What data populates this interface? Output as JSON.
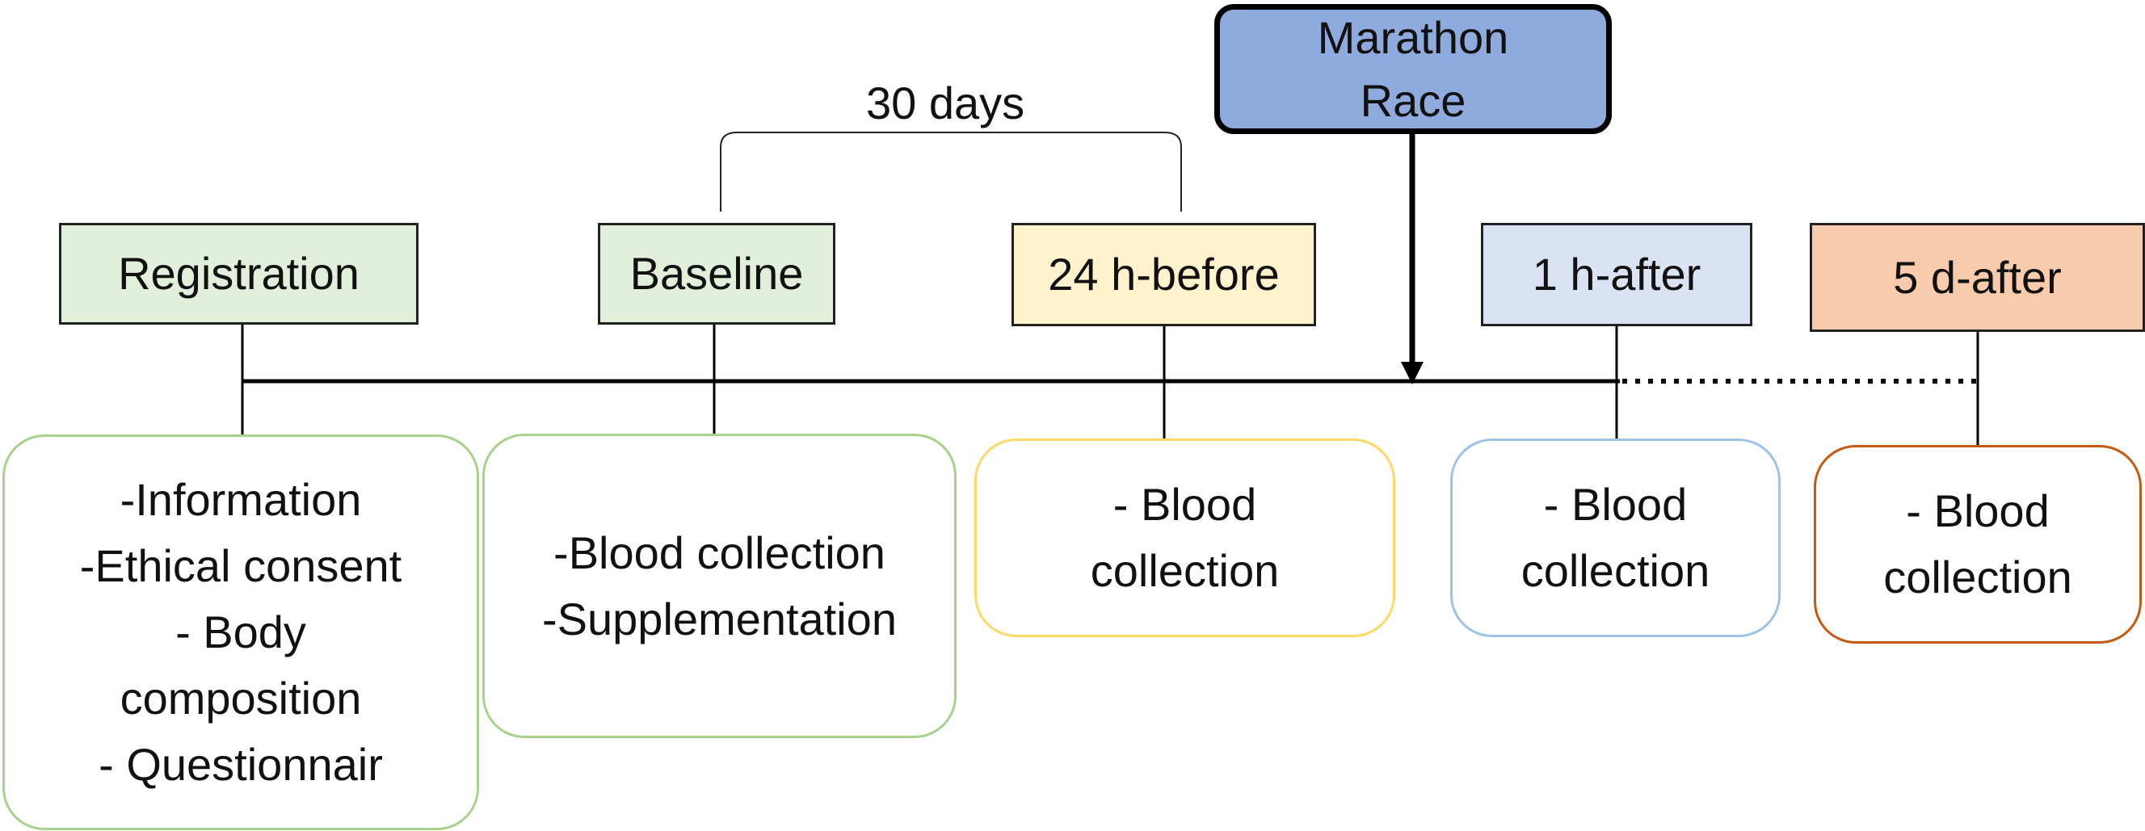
{
  "colors": {
    "registration_fill": "#e2efda",
    "baseline_fill": "#e2efda",
    "before_fill": "#fff2cc",
    "after1_fill": "#dae3f3",
    "after5_fill": "#f8cbad",
    "race_fill": "#8faadc",
    "green_border": "#a9d18e",
    "yellow_border": "#ffd966",
    "blue_border": "#9dc3e6",
    "orange_border": "#c55a11"
  },
  "interval": {
    "label": "30 days"
  },
  "race": {
    "line1": "Marathon",
    "line2": "Race"
  },
  "stages": {
    "registration": "Registration",
    "baseline": "Baseline",
    "before24h": "24 h-before",
    "after1h": "1 h-after",
    "after5d": "5 d-after"
  },
  "activities": {
    "registration": [
      "-Information",
      "-Ethical consent",
      "- Body",
      "composition",
      "- Questionnair"
    ],
    "baseline": [
      "-Blood collection",
      "-Supplementation"
    ],
    "before24h": [
      "- Blood",
      "collection"
    ],
    "after1h": [
      "- Blood",
      "collection"
    ],
    "after5d": [
      "- Blood",
      "collection"
    ]
  }
}
